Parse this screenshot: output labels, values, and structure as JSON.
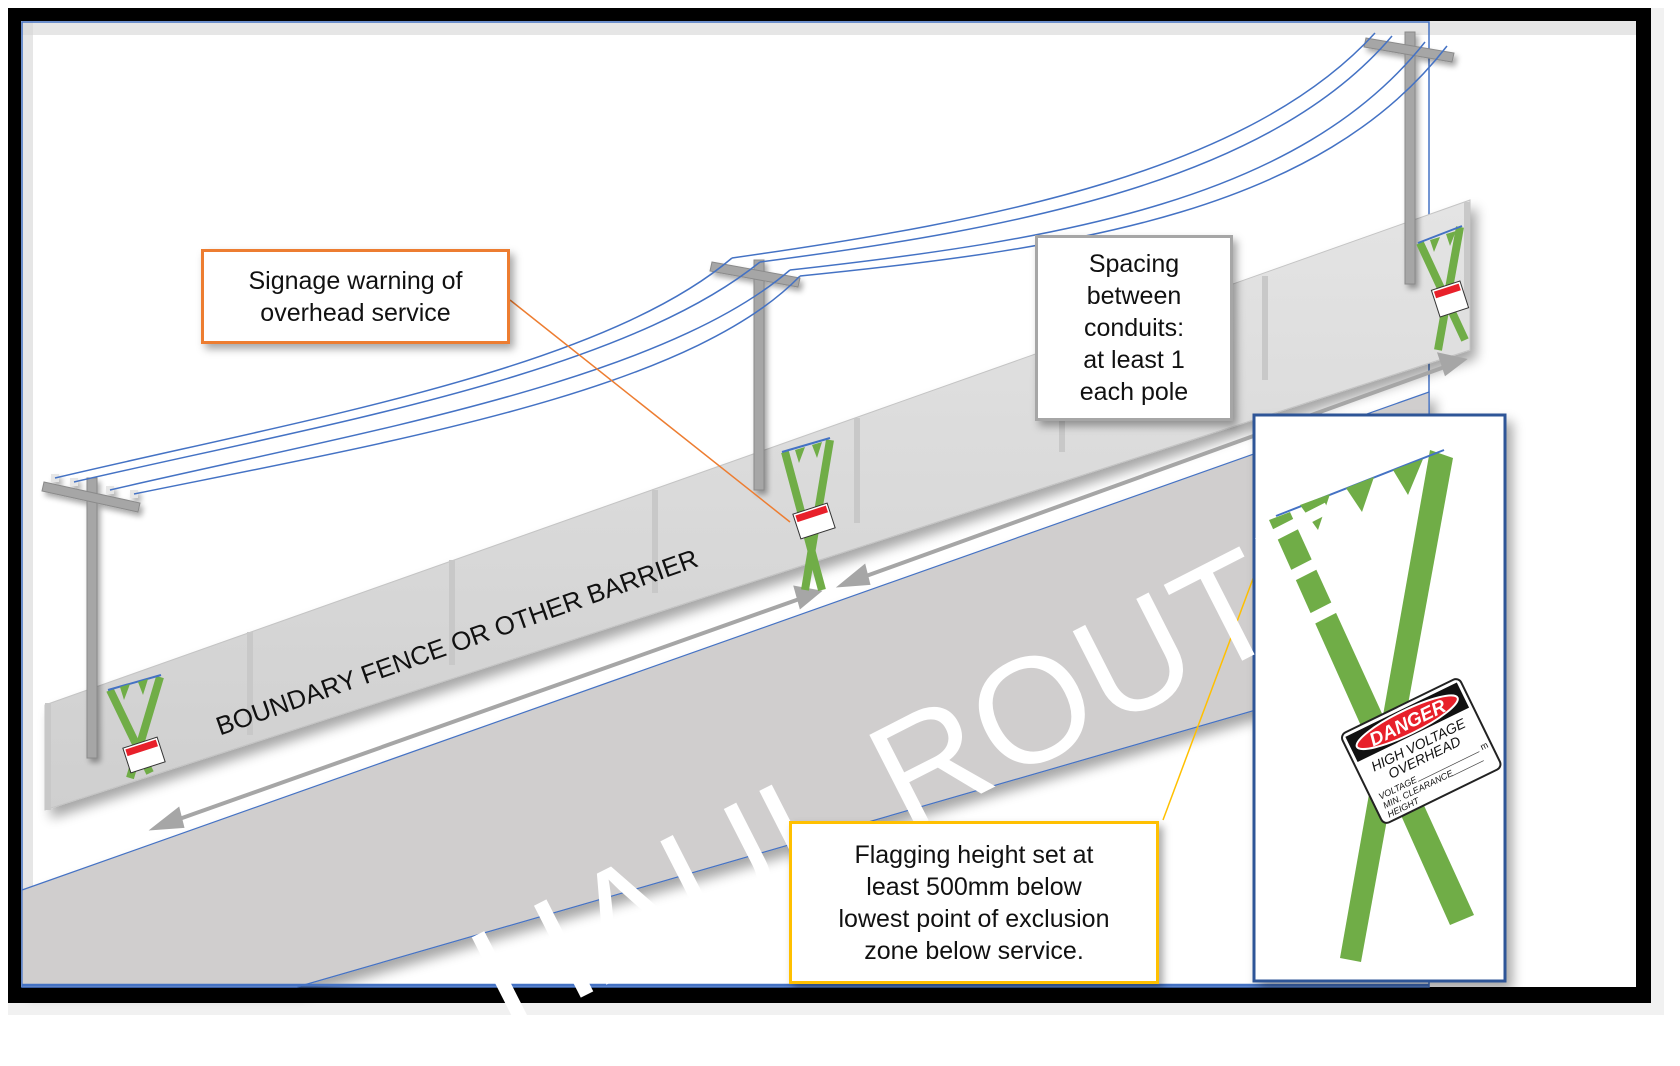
{
  "diagram": {
    "title": "Haul route overhead service protection layout",
    "labels": {
      "fence": "BOUNDARY FENCE OR OTHER BARRIER",
      "haul_route": "HAUL ROUTE"
    },
    "callouts": {
      "signage": "Signage warning of\noverhead service",
      "spacing": "Spacing\nbetween\nconduits:\nat least 1\neach pole",
      "flagging": "Flagging height set at\nleast 500mm below\nlowest point of exclusion\nzone below service."
    },
    "danger_sign": {
      "header": "DANGER",
      "line1": "HIGH VOLTAGE",
      "line2": "OVERHEAD",
      "field1": "VOLTAGE",
      "field2": "MIN. CLEARANCE",
      "field3": "HEIGHT",
      "unit": "m"
    },
    "colors": {
      "frame": "#000000",
      "border_blue": "#4472C4",
      "road_gray": "#D0CECE",
      "fence_gray": "#D9D9D9",
      "pole_gray": "#A6A6A6",
      "wire_blue": "#4472C4",
      "flag_green": "#70AD47",
      "callout_orange": "#ED7D31",
      "callout_gray": "#A6A6A6",
      "callout_yellow": "#FFC000",
      "danger_red": "#E8202A"
    }
  }
}
